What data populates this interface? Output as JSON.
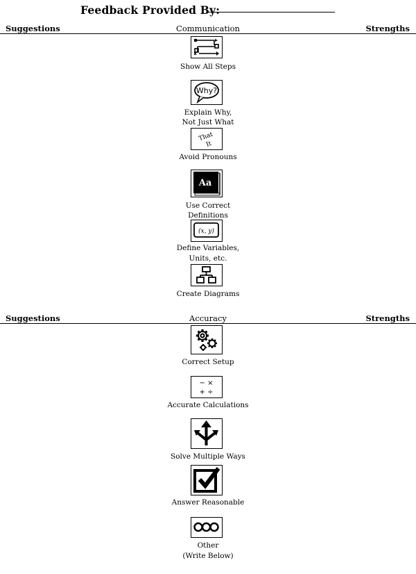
{
  "header": {
    "title": "Feedback Provided By:"
  },
  "sections": [
    {
      "left": "Suggestions",
      "center": "Communication",
      "right": "Strengths",
      "items": [
        {
          "icon": "flow-steps-icon",
          "label": "Show All Steps"
        },
        {
          "icon": "why-speech-bubble-icon",
          "label_line1": "Explain Why,",
          "label_line2": "Not Just What",
          "icon_text": "Why?"
        },
        {
          "icon": "that-it-pronouns-icon",
          "label": "Avoid Pronouns",
          "icon_text_1": "That",
          "icon_text_2": "It"
        },
        {
          "icon": "dictionary-book-icon",
          "label_line1": "Use Correct",
          "label_line2": "Definitions",
          "icon_text": "Aa"
        },
        {
          "icon": "xy-variables-icon",
          "label_line1": "Define Variables,",
          "label_line2": "Units, etc.",
          "icon_text": "(x, y)"
        },
        {
          "icon": "hierarchy-diagram-icon",
          "label": "Create Diagrams"
        }
      ]
    },
    {
      "left": "Suggestions",
      "center": "Accuracy",
      "right": "Strengths",
      "items": [
        {
          "icon": "gears-icon",
          "label": "Correct Setup"
        },
        {
          "icon": "arithmetic-operators-icon",
          "label": "Accurate Calculations",
          "icon_text_1": "−  ×",
          "icon_text_2": "+  ÷"
        },
        {
          "icon": "branching-arrows-icon",
          "label": "Solve Multiple Ways"
        },
        {
          "icon": "checkbox-check-icon",
          "label": "Answer Reasonable"
        },
        {
          "icon": "three-circles-icon",
          "label_line1": "Other",
          "label_line2": "(Write Below)"
        }
      ]
    }
  ]
}
